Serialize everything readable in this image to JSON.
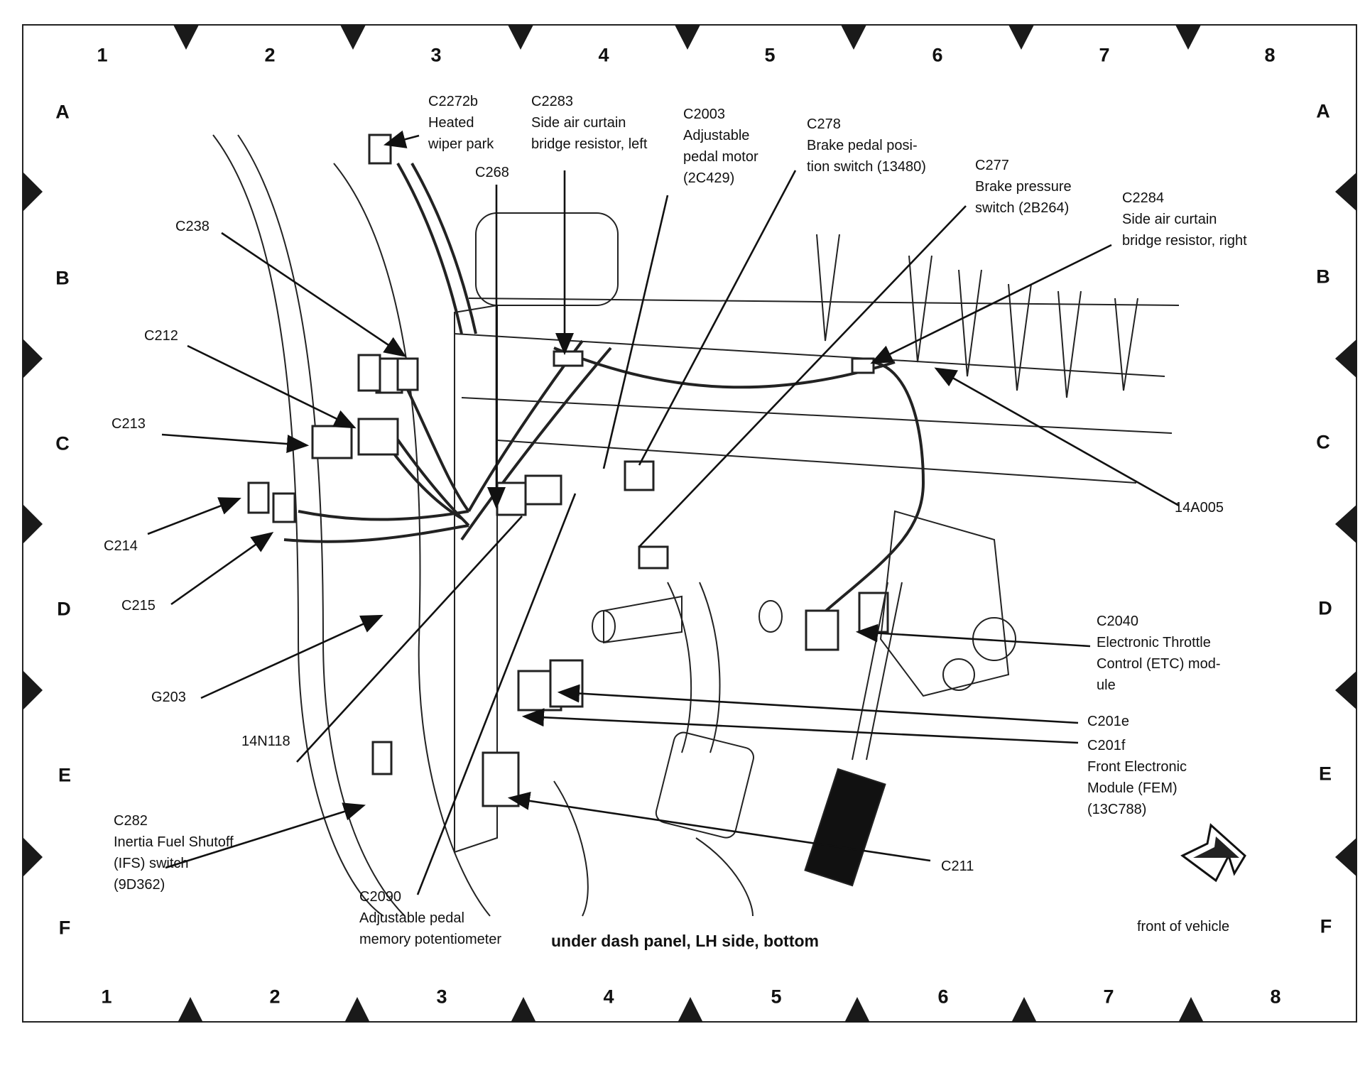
{
  "diagram": {
    "caption": "under dash panel, LH side, bottom",
    "orientation_label": "front of vehicle",
    "grid": {
      "columns": [
        "1",
        "2",
        "3",
        "4",
        "5",
        "6",
        "7",
        "8"
      ],
      "rows": [
        "A",
        "B",
        "C",
        "D",
        "E",
        "F"
      ]
    },
    "callouts": {
      "c2272b": {
        "id": "C2272b",
        "lines": [
          "Heated",
          "wiper park"
        ]
      },
      "c2283": {
        "id": "C2283",
        "lines": [
          "Side air curtain",
          "bridge resistor, left"
        ]
      },
      "c2003": {
        "id": "C2003",
        "lines": [
          "Adjustable",
          "pedal motor",
          "(2C429)"
        ]
      },
      "c278": {
        "id": "C278",
        "lines": [
          "Brake pedal posi-",
          "tion switch (13480)"
        ]
      },
      "c277": {
        "id": "C277",
        "lines": [
          "Brake pressure",
          "switch (2B264)"
        ]
      },
      "c2284": {
        "id": "C2284",
        "lines": [
          "Side air curtain",
          "bridge resistor, right"
        ]
      },
      "c268": {
        "id": "C268",
        "lines": []
      },
      "c238": {
        "id": "C238",
        "lines": []
      },
      "c212": {
        "id": "C212",
        "lines": []
      },
      "c213": {
        "id": "C213",
        "lines": []
      },
      "c214": {
        "id": "C214",
        "lines": []
      },
      "c215": {
        "id": "C215",
        "lines": []
      },
      "g203": {
        "id": "G203",
        "lines": []
      },
      "n14n118": {
        "id": "14N118",
        "lines": []
      },
      "c282": {
        "id": "C282",
        "lines": [
          "Inertia Fuel Shutoff",
          "(IFS) switch",
          "(9D362)"
        ]
      },
      "c2090": {
        "id": "C2090",
        "lines": [
          "Adjustable pedal",
          "memory potentiometer"
        ]
      },
      "n14a005": {
        "id": "14A005",
        "lines": []
      },
      "c2040": {
        "id": "C2040",
        "lines": [
          "Electronic Throttle",
          "Control (ETC) mod-",
          "ule"
        ]
      },
      "c201e": {
        "id": "C201e",
        "lines": []
      },
      "c201f": {
        "id": "C201f",
        "lines": [
          "Front Electronic",
          "Module (FEM)",
          "(13C788)"
        ]
      },
      "c211": {
        "id": "C211",
        "lines": []
      }
    }
  }
}
